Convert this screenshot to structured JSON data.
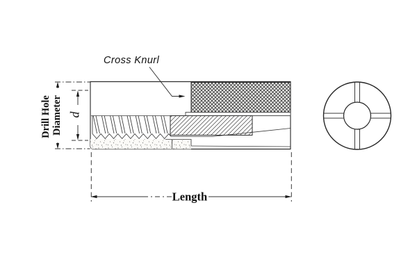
{
  "drawing": {
    "labels": {
      "cross_knurl": "Cross Knurl",
      "drill_hole_diameter_line1": "Drill Hole",
      "drill_hole_diameter_line2": "Diameter",
      "inner_diameter_symbol": "d",
      "length": "Length"
    },
    "colors": {
      "background": "#ffffff",
      "object_line": "#2e2e2e",
      "dimension_line": "#303030",
      "hatch_line": "#4a4a4a",
      "stipple_dot": "#8a8a8a",
      "text": "#111111"
    }
  }
}
